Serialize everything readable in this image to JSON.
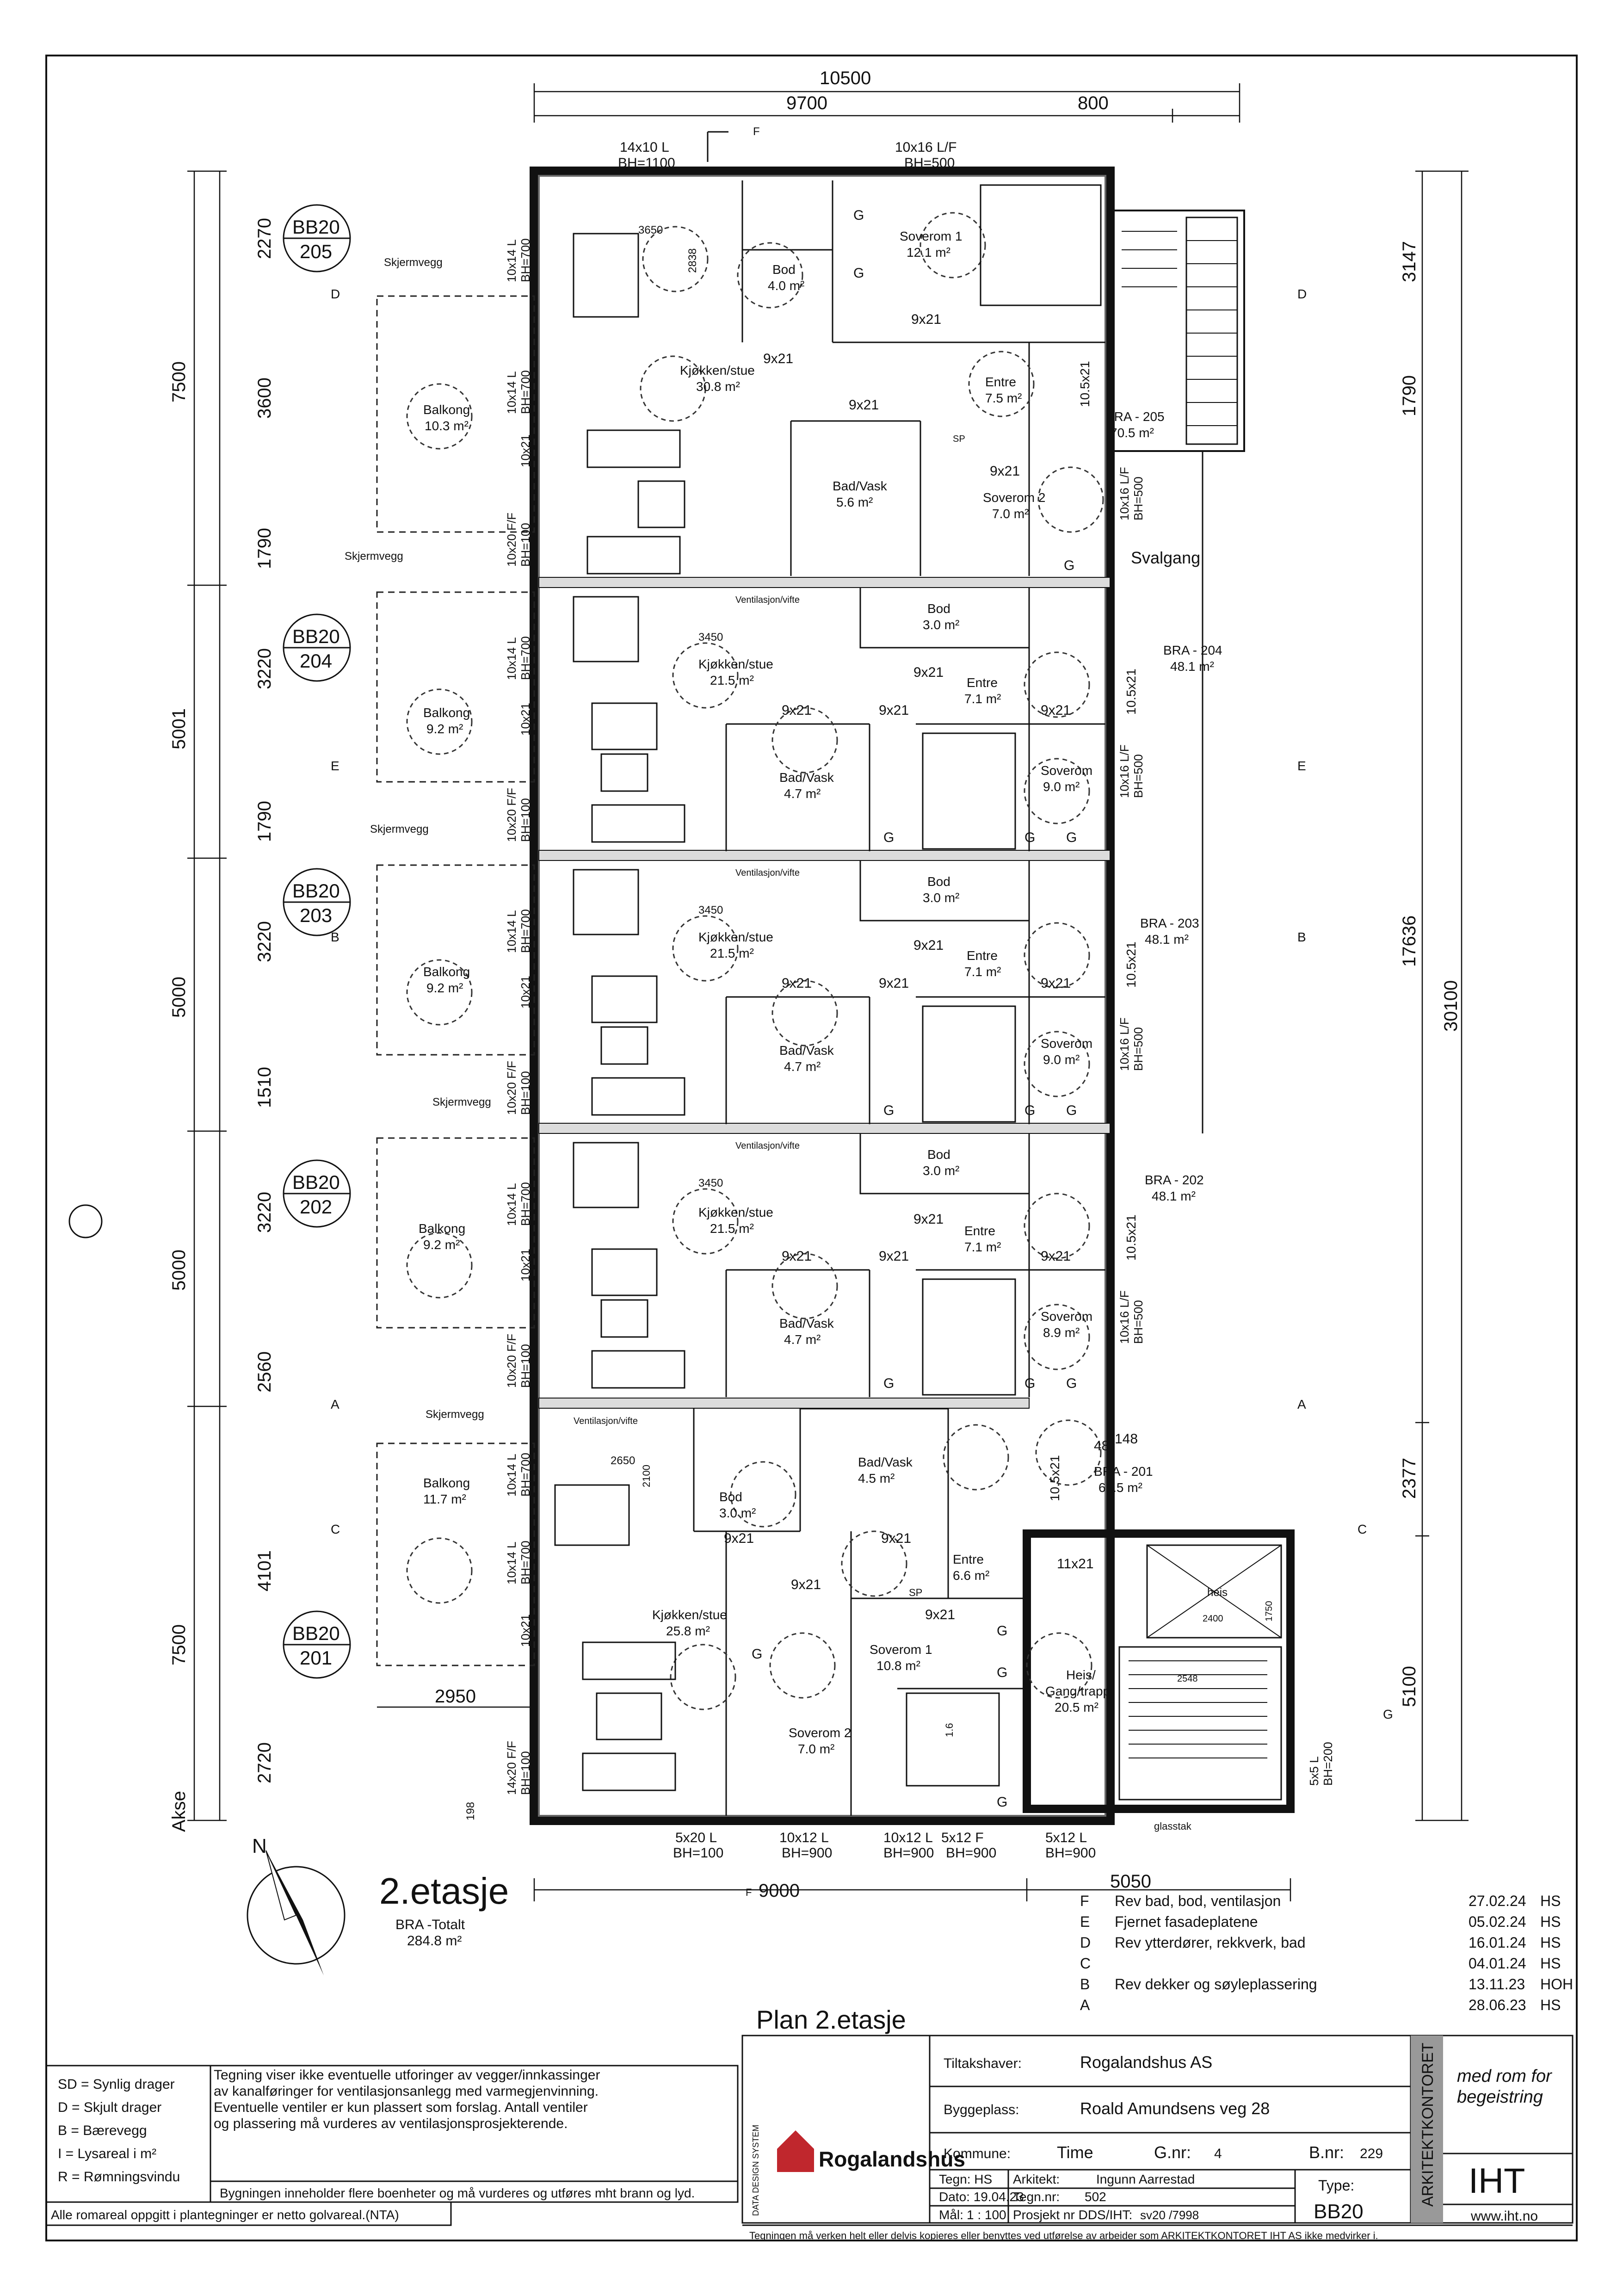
{
  "title": {
    "floor": "2.etasje",
    "bra_total_label": "BRA -Totalt",
    "bra_total_value": "284.8 m²",
    "plan_name": "Plan 2.etasje"
  },
  "top_dims": {
    "total": "10500",
    "left": "9700",
    "right": "800"
  },
  "bottom_dims": {
    "width": "9000",
    "right": "5050",
    "balcony": "2950",
    "small": "198"
  },
  "left_dims": {
    "outer": [
      "7500",
      "5001",
      "5000",
      "5000",
      "7500"
    ],
    "inner": [
      "2270",
      "3600",
      "1790",
      "3220",
      "1790",
      "3220",
      "1510",
      "3220",
      "2560",
      "4101",
      "2720"
    ],
    "akse": "Akse"
  },
  "right_dims": {
    "total": "30100",
    "span": "17636",
    "a": "3147",
    "b": "1790",
    "c": "2377",
    "d": "5100"
  },
  "axis_marks": [
    "D",
    "E",
    "B",
    "A",
    "C",
    "G",
    "F"
  ],
  "windows_top": [
    {
      "size": "14x10 L",
      "bh": "BH=1100"
    },
    {
      "size": "10x16 L/F",
      "bh": "BH=500"
    }
  ],
  "windows_bottom": [
    {
      "size": "5x20 L",
      "bh": "BH=100"
    },
    {
      "size": "10x12 L",
      "bh": "BH=900"
    },
    {
      "size": "10x12 L",
      "bh": "BH=900"
    },
    {
      "size": "5x12 F",
      "bh": "BH=900"
    },
    {
      "size": "5x12 L",
      "bh": "BH=900"
    }
  ],
  "units": [
    {
      "tag": "BB20",
      "num": "205",
      "bra": "BRA - 205",
      "bra_val": "70.5 m²",
      "rooms": [
        {
          "name": "Balkong",
          "area": "10.3 m²"
        },
        {
          "name": "Kjøkken/stue",
          "area": "30.8 m²"
        },
        {
          "name": "Bod",
          "area": "4.0 m²"
        },
        {
          "name": "Soverom 1",
          "area": "12.1 m²"
        },
        {
          "name": "Entre",
          "area": "7.5 m²"
        },
        {
          "name": "Bad/Vask",
          "area": "5.6 m²"
        },
        {
          "name": "Soverom 2",
          "area": "7.0 m²"
        }
      ]
    },
    {
      "tag": "BB20",
      "num": "204",
      "bra": "BRA - 204",
      "bra_val": "48.1 m²",
      "rooms": [
        {
          "name": "Balkong",
          "area": "9.2 m²"
        },
        {
          "name": "Kjøkken/stue",
          "area": "21.5 m²"
        },
        {
          "name": "Bod",
          "area": "3.0 m²"
        },
        {
          "name": "Entre",
          "area": "7.1 m²"
        },
        {
          "name": "Bad/Vask",
          "area": "4.7 m²"
        },
        {
          "name": "Soverom",
          "area": "9.0 m²"
        }
      ]
    },
    {
      "tag": "BB20",
      "num": "203",
      "bra": "BRA - 203",
      "bra_val": "48.1 m²",
      "rooms": [
        {
          "name": "Balkong",
          "area": "9.2 m²"
        },
        {
          "name": "Kjøkken/stue",
          "area": "21.5 m²"
        },
        {
          "name": "Bod",
          "area": "3.0 m²"
        },
        {
          "name": "Entre",
          "area": "7.1 m²"
        },
        {
          "name": "Bad/Vask",
          "area": "4.7 m²"
        },
        {
          "name": "Soverom",
          "area": "9.0 m²"
        }
      ]
    },
    {
      "tag": "BB20",
      "num": "202",
      "bra": "BRA - 202",
      "bra_val": "48.1 m²",
      "rooms": [
        {
          "name": "Balkong",
          "area": "9.2 m²"
        },
        {
          "name": "Kjøkken/stue",
          "area": "21.5 m²"
        },
        {
          "name": "Bod",
          "area": "3.0 m²"
        },
        {
          "name": "Entre",
          "area": "7.1 m²"
        },
        {
          "name": "Bad/Vask",
          "area": "4.7 m²"
        },
        {
          "name": "Soverom",
          "area": "8.9 m²"
        }
      ]
    },
    {
      "tag": "BB20",
      "num": "201",
      "bra": "BRA - 201",
      "bra_val": "61.5 m²",
      "rooms": [
        {
          "name": "Balkong",
          "area": "11.7 m²"
        },
        {
          "name": "Bod",
          "area": "3.0 m²"
        },
        {
          "name": "Bad/Vask",
          "area": "4.5 m²"
        },
        {
          "name": "Entre",
          "area": "6.6 m²"
        },
        {
          "name": "Kjøkken/stue",
          "area": "25.8 m²"
        },
        {
          "name": "Soverom 1",
          "area": "10.8 m²"
        },
        {
          "name": "Soverom 2",
          "area": "7.0 m²"
        }
      ]
    }
  ],
  "common": {
    "svalgang": "Svalgang",
    "skjermvegg": "Skjermvegg",
    "heis": "heis",
    "heis_room": "Heis/",
    "heis_room2": "Gang/trapp",
    "heis_area": "20.5 m²",
    "glasstak": "glasstak",
    "ventilasjon": "Ventilasjon/vifte",
    "door_9x21": "9x21",
    "door_10_5x21": "10.5x21",
    "door_11x21": "11x21",
    "win_10x14": "10x14 L",
    "win_bh700": "BH=700",
    "win_10x21": "10x21",
    "win_10x20": "10x20 F/F",
    "win_14x20": "14x20 F/F",
    "win_bh100": "BH=100",
    "win_10x16": "10x16 L/F",
    "win_bh500": "BH=500",
    "win_5x5": "5x5 L",
    "win_bh200": "BH=200",
    "g_mark": "G",
    "sp": "SP",
    "dim_3650": "3650",
    "dim_2838": "2838",
    "dim_3450": "3450",
    "dim_2650": "2650",
    "dim_2100": "2100",
    "dim_2400": "2400",
    "dim_1750": "1750",
    "dim_2548": "2548",
    "dim_48": "48",
    "dim_148": "148",
    "dim_16": "1.6"
  },
  "north_label": "N",
  "revisions": [
    {
      "code": "F",
      "text": "Rev bad, bod, ventilasjon",
      "date": "27.02.24",
      "sign": "HS"
    },
    {
      "code": "E",
      "text": "Fjernet fasadeplatene",
      "date": "05.02.24",
      "sign": "HS"
    },
    {
      "code": "D",
      "text": "Rev ytterdører, rekkverk, bad",
      "date": "16.01.24",
      "sign": "HS"
    },
    {
      "code": "C",
      "text": "",
      "date": "04.01.24",
      "sign": "HS"
    },
    {
      "code": "B",
      "text": "Rev dekker og søyleplassering",
      "date": "13.11.23",
      "sign": "HOH"
    },
    {
      "code": "A",
      "text": "",
      "date": "28.06.23",
      "sign": "HS"
    }
  ],
  "legend": [
    "SD = Synlig drager",
    "D  = Skjult drager",
    "B  = Bærevegg",
    "I    = Lysareal i m²",
    "R  = Rømningsvindu"
  ],
  "notes": {
    "note1": "Tegning viser ikke eventuelle utforinger av vegger/innkassinger",
    "note2": "av kanalføringer for ventilasjonsanlegg med varmegjenvinning.",
    "note3": "Eventuelle ventiler er kun plassert som forslag. Antall ventiler",
    "note4": "og plassering må vurderes av ventilasjonsprosjekterende.",
    "note5": "Bygningen inneholder flere boenheter og må vurderes og utføres mht brann og lyd.",
    "note6": "Alle romareal oppgitt i plantegninger er netto golvareal.(NTA)",
    "footer": "Tegningen må verken helt eller delvis kopieres eller benyttes ved utførelse av arbeider som ARKITEKTKONTORET IHT AS ikke medvirker i."
  },
  "titleblock": {
    "tiltakshaver_label": "Tiltakshaver:",
    "tiltakshaver": "Rogalandshus AS",
    "byggeplass_label": "Byggeplass:",
    "byggeplass": "Roald Amundsens veg 28",
    "kommune_label": "Kommune:",
    "kommune": "Time",
    "gnr_label": "G.nr:",
    "gnr": "4",
    "bnr_label": "B.nr:",
    "bnr": "229",
    "tegn_label": "Tegn: HS",
    "arkitekt_label": "Arkitekt:",
    "arkitekt": "Ingunn Aarrestad",
    "type_label": "Type:",
    "dato_label": "Dato: 19.04.23",
    "tegnnr_label": "Tegn.nr:",
    "tegnnr": "502",
    "maal_label": "Mål:",
    "maal": "1 : 100",
    "prosjekt_label": "Prosjekt nr DDS/IHT:",
    "prosjekt": "sv20  /7998",
    "type": "BB20",
    "brand": "Rogalandshus",
    "dds": "DATA DESIGN SYSTEM",
    "ark_vertical": "ARKITEKTKONTORET",
    "slogan1": "med rom for",
    "slogan2": "begeistring",
    "iht": "IHT",
    "web": "www.iht.no"
  }
}
